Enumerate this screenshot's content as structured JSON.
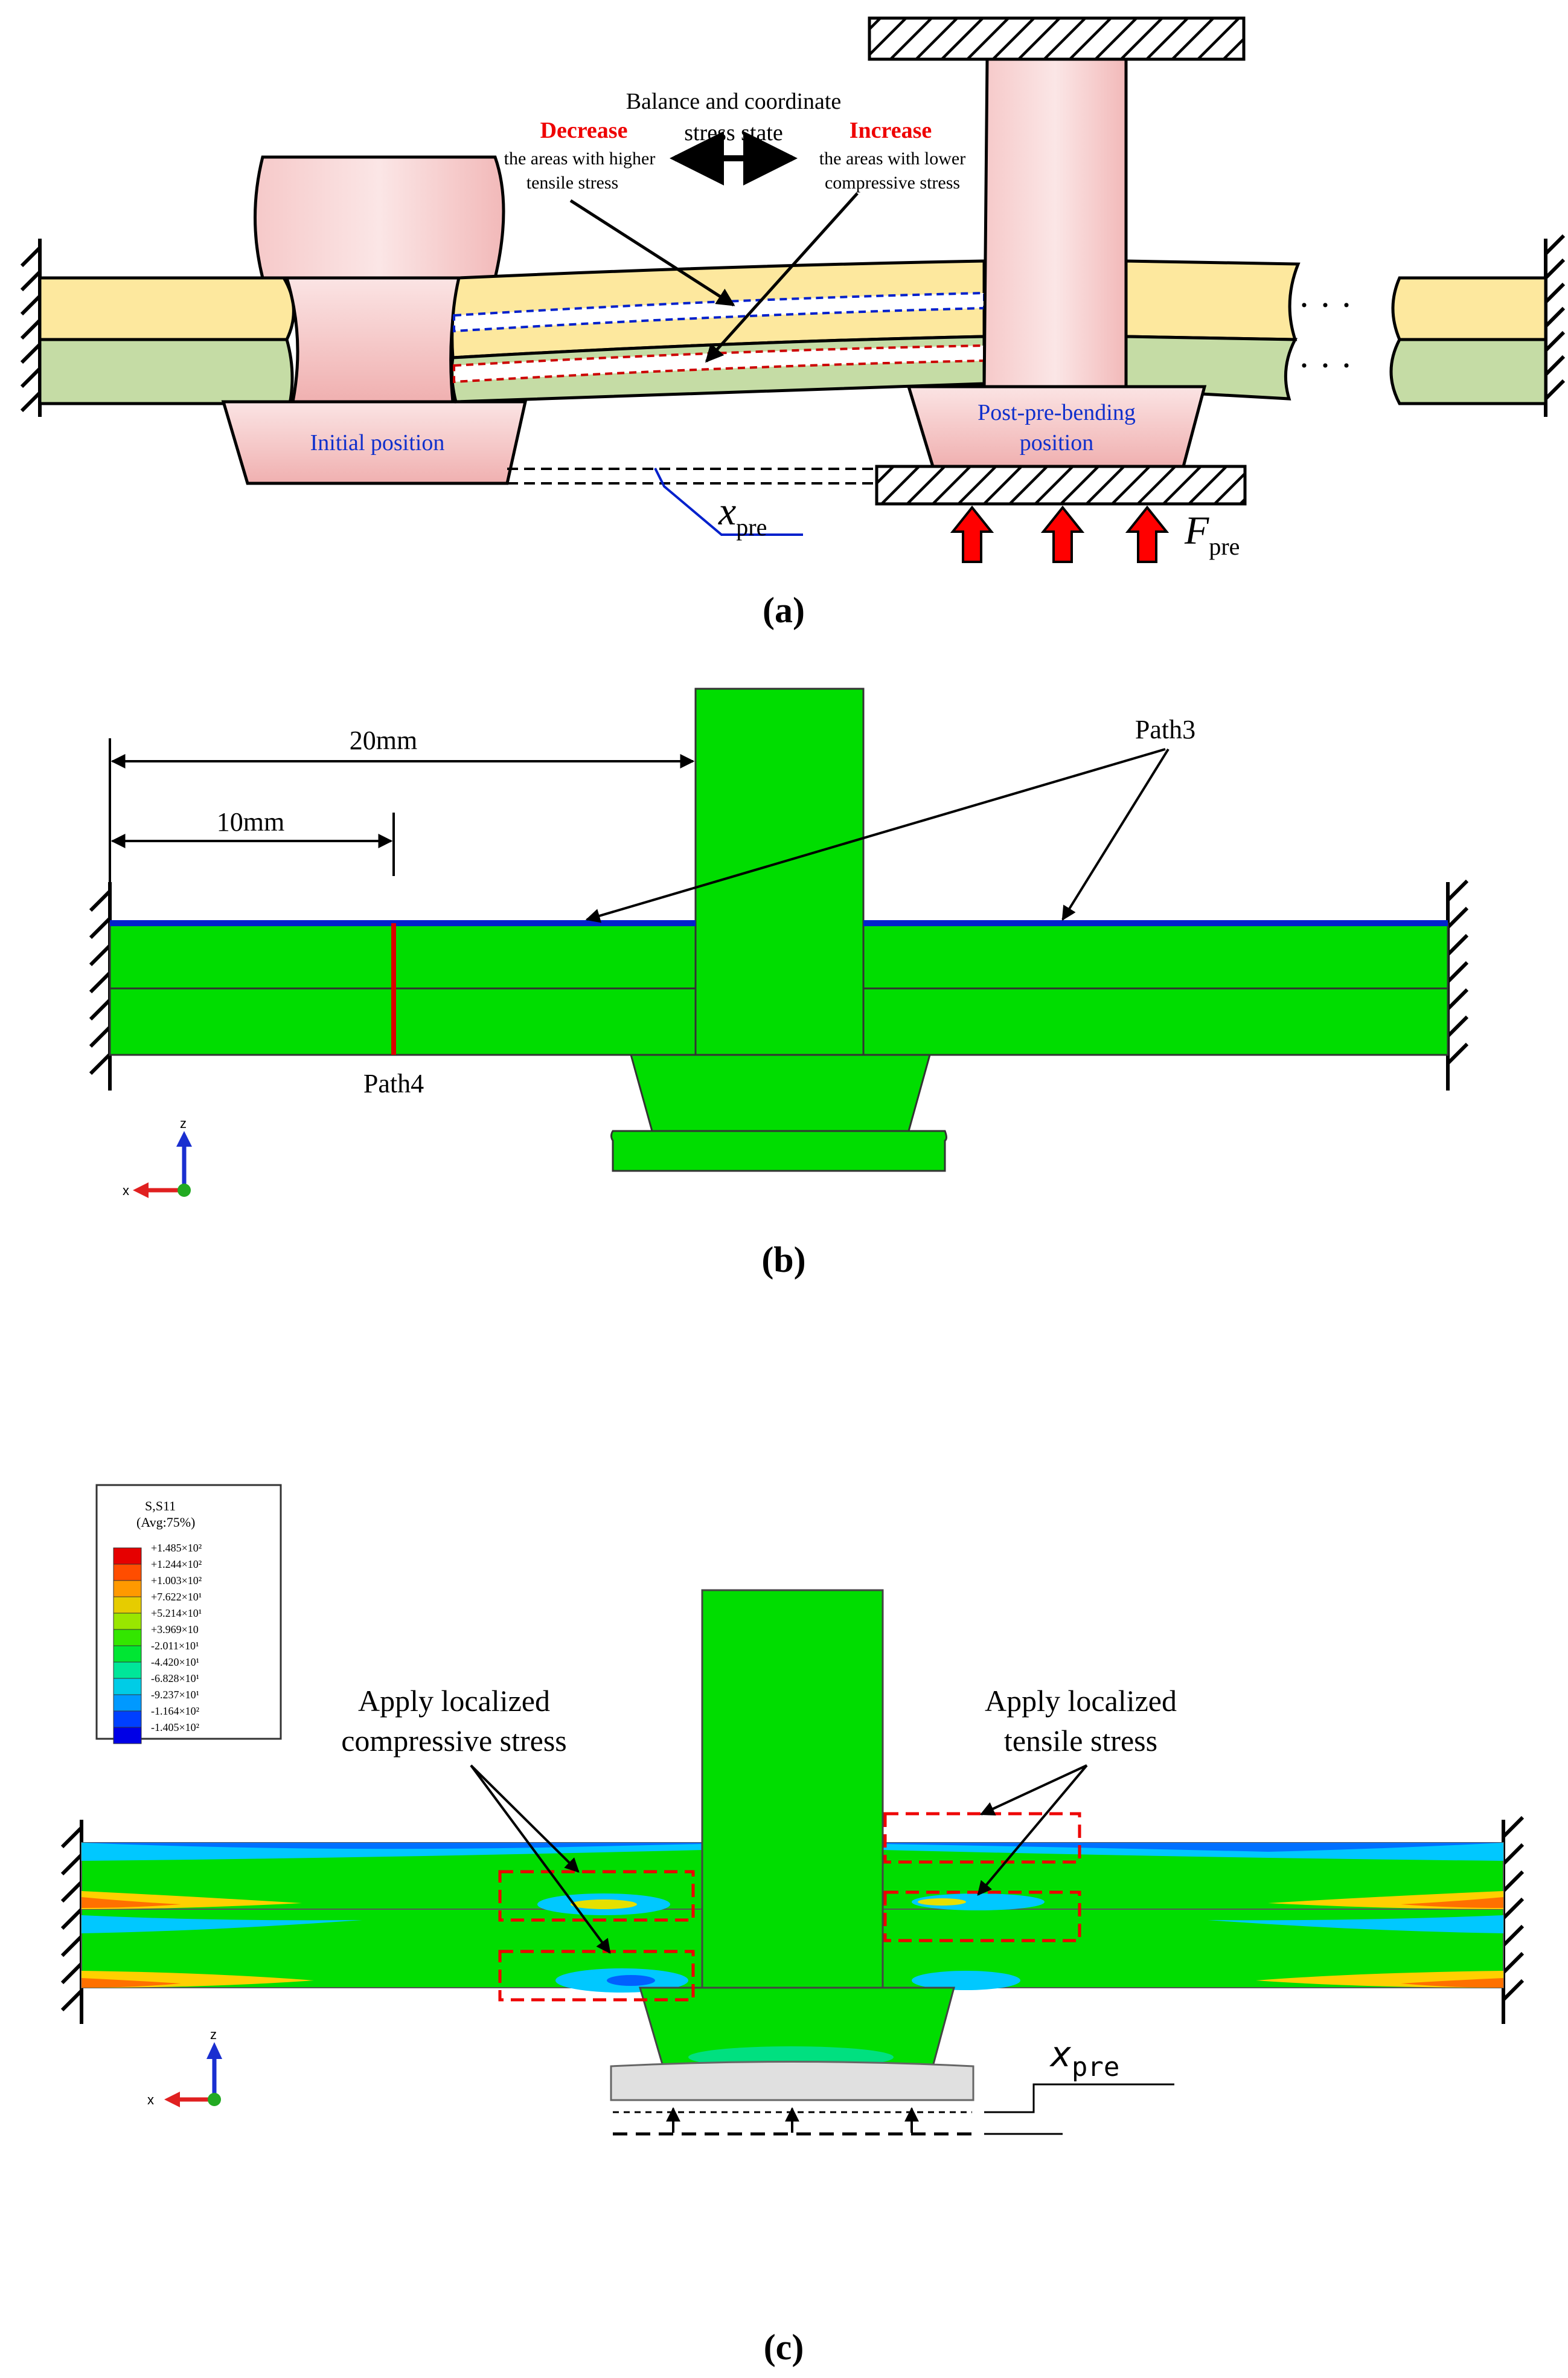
{
  "panel_a": {
    "caption": "(a)",
    "center_title_line1": "Balance and  coordinate",
    "center_title_line2": "stress state",
    "decrease_label": "Decrease",
    "decrease_desc_line1": "the areas with higher",
    "decrease_desc_line2": "tensile stress",
    "increase_label": "Increase",
    "increase_desc_line1": "the areas with lower",
    "increase_desc_line2": "compressive stress",
    "initial_position": "Initial position",
    "post_position_line1": "Post-pre-bending",
    "post_position_line2": "position",
    "x_pre_main": "x",
    "x_pre_sub": "pre",
    "f_pre_main": "F",
    "f_pre_sub": "pre",
    "ellipsis": "· · ·"
  },
  "panel_b": {
    "caption": "(b)",
    "dim_20": "20mm",
    "dim_10": "10mm",
    "path3": "Path3",
    "path4": "Path4",
    "axis_z": "z",
    "axis_x": "x"
  },
  "panel_c": {
    "caption": "(c)",
    "legend_title": "S,S11",
    "legend_subtitle": "(Avg:75%)",
    "legend_values": [
      "+1.485×10²",
      "+1.244×10²",
      "+1.003×10²",
      "+7.622×10¹",
      "+5.214×10¹",
      "+3.969×10",
      "-2.011×10¹",
      "-4.420×10¹",
      "-6.828×10¹",
      "-9.237×10¹",
      "-1.164×10²",
      "-1.405×10²"
    ],
    "legend_colors": [
      "#e60000",
      "#ff4d00",
      "#ff9900",
      "#e6cc00",
      "#99e600",
      "#33e600",
      "#00e633",
      "#00e699",
      "#00cce6",
      "#0099ff",
      "#0040ff",
      "#0000e6"
    ],
    "left_note_line1": "Apply localized",
    "left_note_line2": "compressive stress",
    "right_note_line1": "Apply localized",
    "right_note_line2": "tensile stress",
    "x_pre_main": "x",
    "x_pre_sub": "pre",
    "axis_z": "z",
    "axis_x": "x"
  },
  "colors": {
    "upper_layer": "#fde89e",
    "lower_layer": "#c5dca5",
    "tool_pink": "#f3c4c4",
    "fe_green": "#00dd00",
    "arrow_red": "#ff0000",
    "path_blue": "#0022cc",
    "path_red": "#dd0000"
  }
}
